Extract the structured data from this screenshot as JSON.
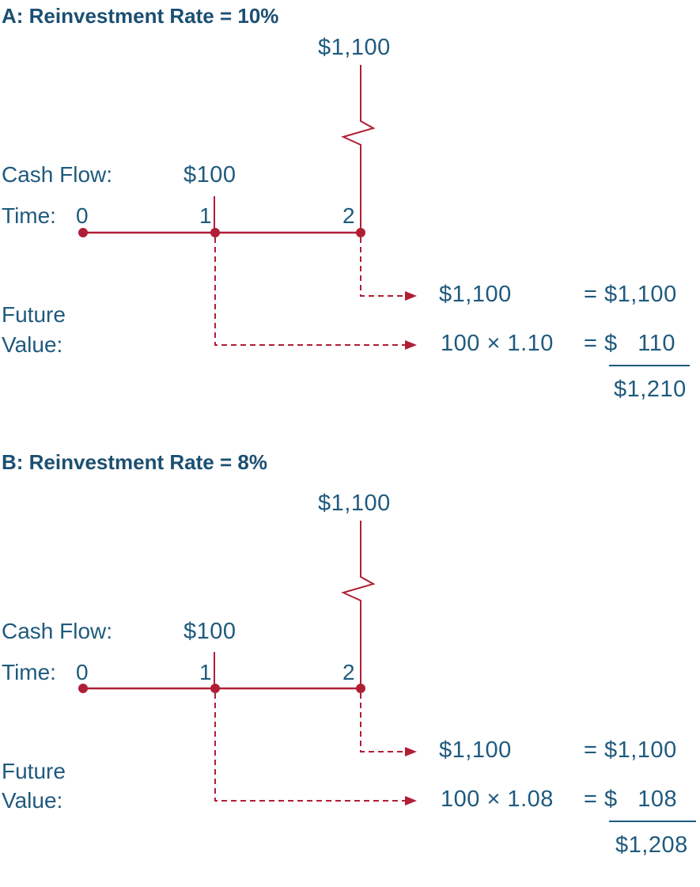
{
  "colors": {
    "text": "#1f5a7e",
    "line": "#b01e36",
    "heading": "#1b4f72"
  },
  "panels": [
    {
      "heading": "A: Reinvestment Rate = 10%",
      "big_cash_flow": "$1,100",
      "cash_flow_label": "Cash Flow:",
      "small_cash_flow": "$100",
      "time_label": "Time:",
      "times": [
        "0",
        "1",
        "2"
      ],
      "future_label_1": "Future",
      "future_label_2": "Value:",
      "row1_left": "$1,100",
      "row1_right": "= $1,100",
      "row2_left": "100 × 1.10",
      "row2_right": "= $   110",
      "total": "$1,210"
    },
    {
      "heading": "B: Reinvestment Rate = 8%",
      "big_cash_flow": "$1,100",
      "cash_flow_label": "Cash Flow:",
      "small_cash_flow": "$100",
      "time_label": "Time:",
      "times": [
        "0",
        "1",
        "2"
      ],
      "future_label_1": "Future",
      "future_label_2": "Value:",
      "row1_left": "$1,100",
      "row1_right": "= $1,100",
      "row2_left": "100 × 1.08",
      "row2_right": "= $   108",
      "total": "$1,208"
    }
  ]
}
